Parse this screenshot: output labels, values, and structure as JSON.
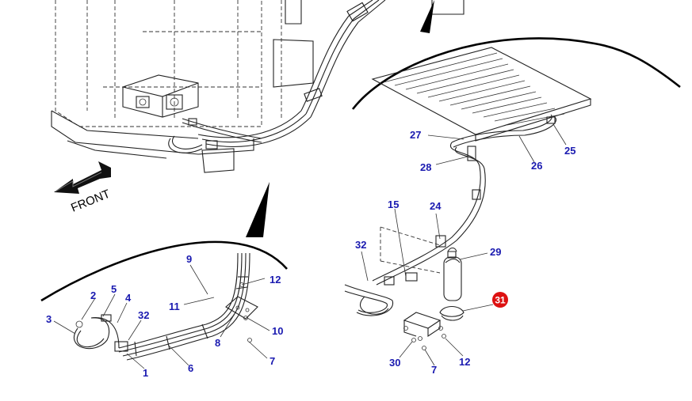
{
  "diagram": {
    "direction_label": "FRONT",
    "highlight_color": "#dd1111",
    "label_color": "#1a1ab0",
    "callouts": {
      "c1": "1",
      "c2": "2",
      "c3": "3",
      "c4": "4",
      "c5": "5",
      "c6": "6",
      "c7_left": "7",
      "c8": "8",
      "c9": "9",
      "c10": "10",
      "c11": "11",
      "c12_left": "12",
      "c32_left": "32",
      "c15": "15",
      "c24": "24",
      "c25": "25",
      "c26": "26",
      "c27": "27",
      "c28": "28",
      "c29": "29",
      "c30": "30",
      "c7_right": "7",
      "c12_right": "12",
      "c32_right": "32",
      "c31": "31"
    }
  }
}
